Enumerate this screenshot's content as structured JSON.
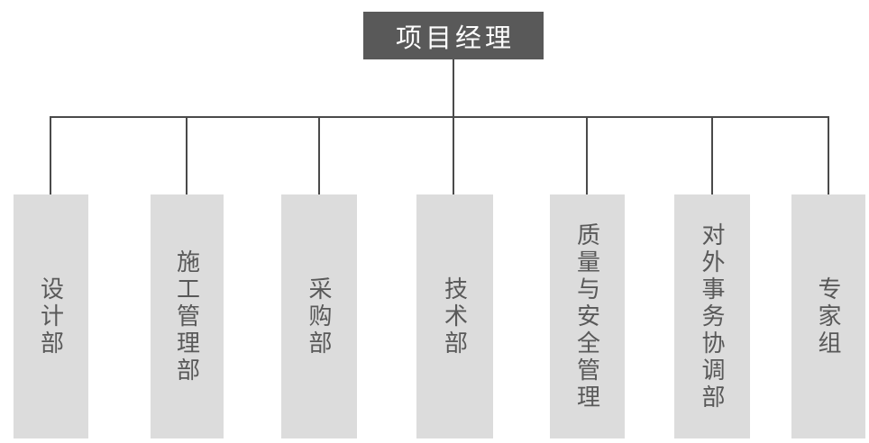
{
  "chart_data": {
    "type": "org-chart",
    "title": "",
    "root": {
      "label": "项目经理"
    },
    "departments": [
      {
        "label": "设计部"
      },
      {
        "label": "施工管理部"
      },
      {
        "label": "采购部"
      },
      {
        "label": "技术部"
      },
      {
        "label": "质量与安全管理"
      },
      {
        "label": "对外事务协调部"
      },
      {
        "label": "专家组"
      }
    ],
    "colors": {
      "root_bg": "#595959",
      "root_text": "#fdfdfd",
      "dept_bg": "#dcdcdc",
      "dept_text": "#595959",
      "line": "#4a4a4a",
      "background": "#ffffff"
    }
  }
}
